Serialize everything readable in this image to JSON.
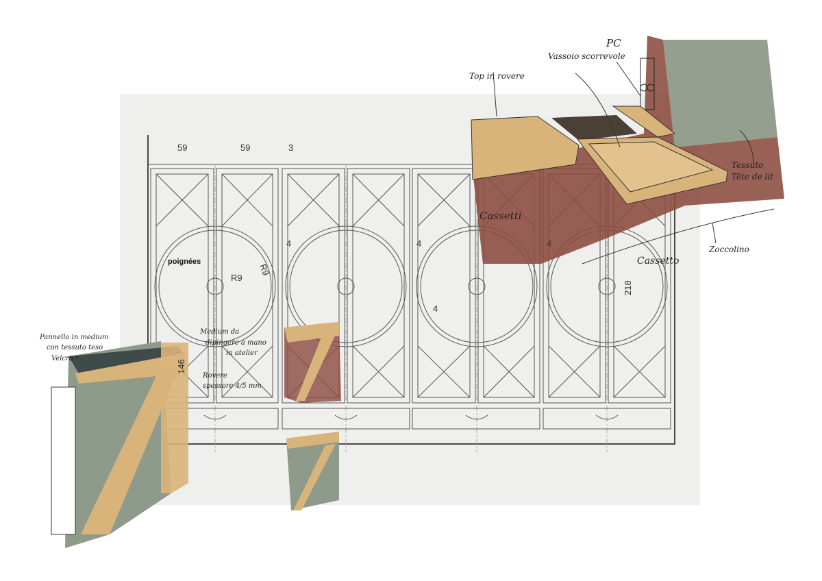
{
  "drawing": {
    "dimensions": {
      "door_width_1": "59",
      "door_width_2": "59",
      "gap": "3",
      "spacing_1": "4",
      "spacing_2": "4",
      "spacing_3": "4",
      "diagonal": "4",
      "radius": "R9",
      "radius_2": "R9",
      "height_door": "146",
      "height_total": "218"
    },
    "labels": {
      "handles": "poignées"
    }
  },
  "annotations": {
    "top": "Top in rovere",
    "tray": "Vassoio scorrevole",
    "pc": "PC",
    "fabric_line1": "Tessuto",
    "fabric_line2": "Tête de lit",
    "drawers": "Cassetti",
    "drawer": "Cassetto",
    "plinth": "Zoccolino",
    "panel_line1": "Pannello in medium",
    "panel_line2": "con tessuto teso",
    "panel_line3": "Velcro *",
    "medium_line1": "Medium da",
    "medium_line2": "dipingere a mano",
    "medium_line3": "in atelier",
    "oak_line1": "Rovere",
    "oak_line2": "spessore 4/5 mm"
  },
  "colors": {
    "sheet": "#efefed",
    "line": "#555555",
    "brown": "#8b4a3e",
    "wood": "#d9b47a",
    "fabric": "#8e9a8a",
    "dark": "#3f4a4a"
  }
}
